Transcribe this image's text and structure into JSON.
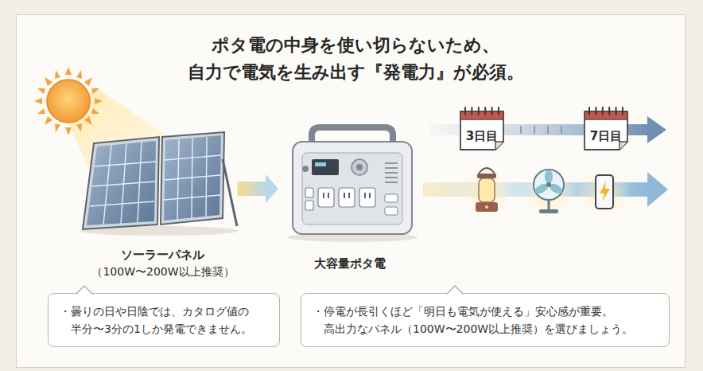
{
  "diagram": {
    "title": "ポタ電の中身を使い切らないため、 自力で電気を生み出す『発電力』が必須。",
    "nodes": [
      {
        "text": [
          "ソーラーパネル",
          "（100W〜200W以上推奨）"
        ]
      },
      {
        "text": [
          "大容量ポタ電"
        ]
      },
      {
        "text": [
          "3日目"
        ]
      },
      {
        "text": [
          "7日目"
        ]
      },
      {
        "text": [
          "・曇りの日や日陰では、カタログ値の 半分〜3分の1しか発電できません。"
        ]
      },
      {
        "text": [
          "・停電が長引くほど「明日も電気が使える」安心感が重要。 高出力なパネル（100W〜200W以上推奨）を選びましょう。"
        ]
      }
    ],
    "edges": [
      {
        "from": 0,
        "to": 1,
        "arrow": "to"
      }
    ]
  }
}
